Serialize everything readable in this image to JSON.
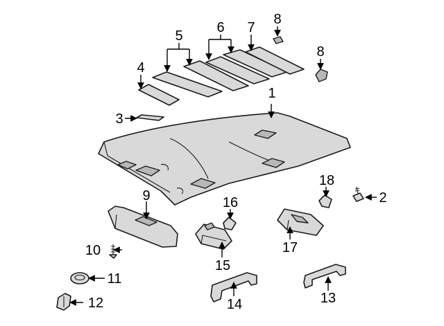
{
  "callouts": {
    "c1": "1",
    "c2": "2",
    "c3": "3",
    "c4": "4",
    "c5": "5",
    "c6": "6",
    "c7": "7",
    "c8a": "8",
    "c8b": "8",
    "c9": "9",
    "c10": "10",
    "c11": "11",
    "c12": "12",
    "c13": "13",
    "c14": "14",
    "c15": "15",
    "c16": "16",
    "c17": "17",
    "c18": "18"
  },
  "colors": {
    "line": "#1a1a1a",
    "part_fill": "#d9d9d9",
    "background": "#ffffff"
  }
}
